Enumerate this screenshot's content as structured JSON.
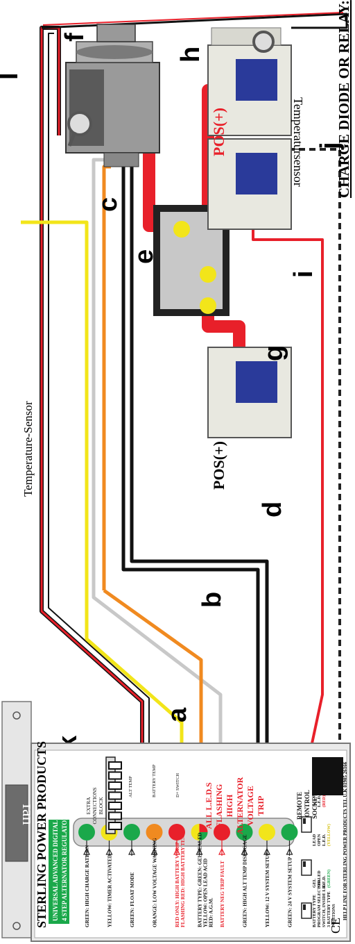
{
  "header": {
    "title": "CHARGE DIODE OR RELAY:",
    "temp_sensor_top": "Temperatursensor",
    "temp_sensor_mid": "Temperature-Sensor"
  },
  "labels": {
    "a": "a",
    "b": "b",
    "c": "c",
    "d": "d",
    "e": "e",
    "f": "f",
    "g": "g",
    "h": "h",
    "i": "i",
    "j": "j",
    "k": "k",
    "l": "l",
    "pos_left": "POS(+)",
    "pos_right": "POS(+)",
    "fan": "fan"
  },
  "panel": {
    "brand": "STERLING POWER PRODUCTS",
    "product_line1": "UNIVERSAL ADVANCED DIGITAL",
    "product_line2": "4 STEP ALTERNATOR REGULATOR",
    "extra_block": [
      "EXTRA",
      "CONNECTIONS",
      "BLOCK"
    ],
    "terminals": [
      "ALT TEMP",
      "BATTERY TEMP",
      "D+ SWITCH"
    ],
    "leds": [
      {
        "color": "#1aa84a",
        "label": "GREEN: HIGH CHARGE RATE ON"
      },
      {
        "color": "#f2e51a",
        "label": "YELLOW: TIMER ACTIVATED"
      },
      {
        "color": "#1aa84a",
        "label": "GREEN: FLOAT MODE"
      },
      {
        "color": "#f08a20",
        "label": "ORANGE: LOW VOLTAGE WARNING"
      },
      {
        "color": "#e8202a",
        "label": "RED ONLY: HIGH BATTERY V TRIP",
        "label2": "FLASHING RED: HIGH BATTERY TEMP",
        "red": true
      },
      {
        "color": "multi",
        "label": "BATTERY TYPE: GREEN: GEL/SEALED",
        "label2": "YELLOW: OPEN LEAD ACID",
        "label3": "RED: A.G.M."
      },
      {
        "color": "#e8202a",
        "label": "BATTERY NEG TRIP FAULT",
        "red": true
      },
      {
        "color": "#1aa84a",
        "label": "GREEN: HIGH ALT TEMP DISENGAGE"
      },
      {
        "color": "#f2e51a",
        "label": "YELLOW: 12 V SYSTEM SETUP"
      },
      {
        "color": "#1aa84a",
        "label": "GREEN: 24 V SYSTEM SETUP"
      }
    ],
    "flash_text": [
      "ALL L.E.D.S",
      "FLASHING",
      "HIGH",
      "ALTERNATOR",
      "VOLTAGE",
      "TRIP"
    ],
    "remote": [
      "REMOTE",
      "CONTROL",
      "SOCKET"
    ],
    "switch_info": [
      "BATTERY TYPE",
      "PROGRAM SELECTOR",
      "SWITCH, INSIDE LID",
      "3 BATTERY TYPE",
      "POSITIONS"
    ],
    "sw_gel": [
      "GEL",
      "SEALED",
      "L.E.D."
    ],
    "sw_gel_color": "(GREEN)",
    "sw_lead": [
      "LEAD",
      "OPEN",
      "L.E.D."
    ],
    "sw_lead_color": "(YELLOW)",
    "sw_agm": [
      "A.G.M",
      "L.E.D."
    ],
    "sw_agm_color": "(RED)",
    "helpline": "HELP LINE FOR STERLING POWER PRODUCTS  TEL U.K 01905 26166",
    "ce": "CE"
  }
}
